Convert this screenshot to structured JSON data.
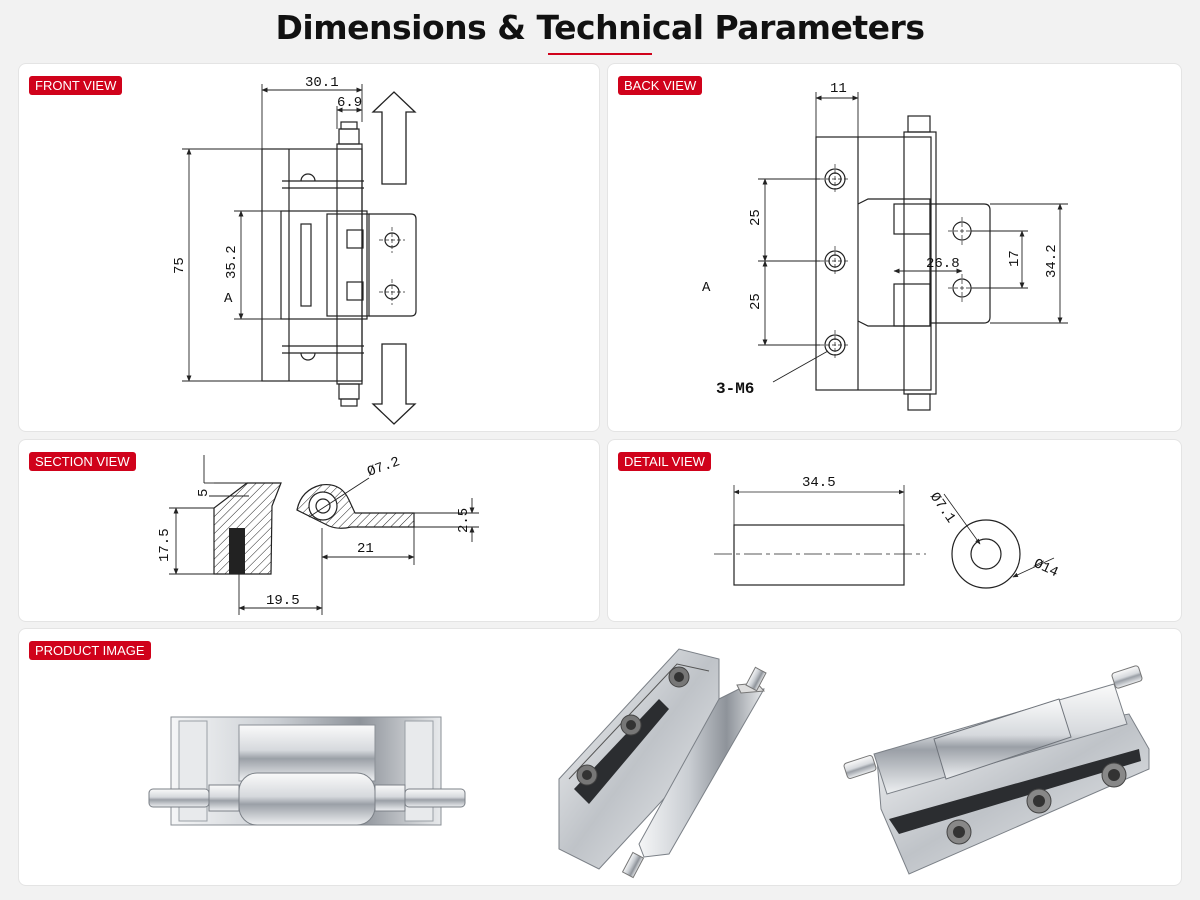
{
  "header": {
    "title": "Dimensions & Technical Parameters"
  },
  "panels": {
    "front": {
      "label": "FRONT VIEW",
      "dims": {
        "width": "30.1",
        "pin": "6.9",
        "height": "75",
        "leaf": "35.2",
        "section": "A"
      }
    },
    "back": {
      "label": "BACK VIEW",
      "dims": {
        "pin_offset": "11",
        "hole_pitch_top": "25",
        "hole_pitch_bottom": "25",
        "leaf_span": "26.8",
        "hole_pitch": "17",
        "leaf_height": "34.2",
        "section": "A",
        "holes": "3-M6"
      }
    },
    "section": {
      "label": "SECTION VIEW",
      "dims": {
        "pin_dia": "Ø7.2",
        "top": "5",
        "thickness": "2.5",
        "height": "17.5",
        "arm": "21",
        "base": "19.5"
      }
    },
    "detail": {
      "label": "DETAIL VIEW",
      "dims": {
        "length": "34.5",
        "inner": "Ø7.1",
        "outer": "Ø14"
      }
    },
    "product": {
      "label": "PRODUCT IMAGE"
    }
  },
  "colors": {
    "accent": "#d0021b",
    "line": "#222222",
    "metal_light": "#f3f4f6",
    "metal_dark": "#8a8f96"
  }
}
